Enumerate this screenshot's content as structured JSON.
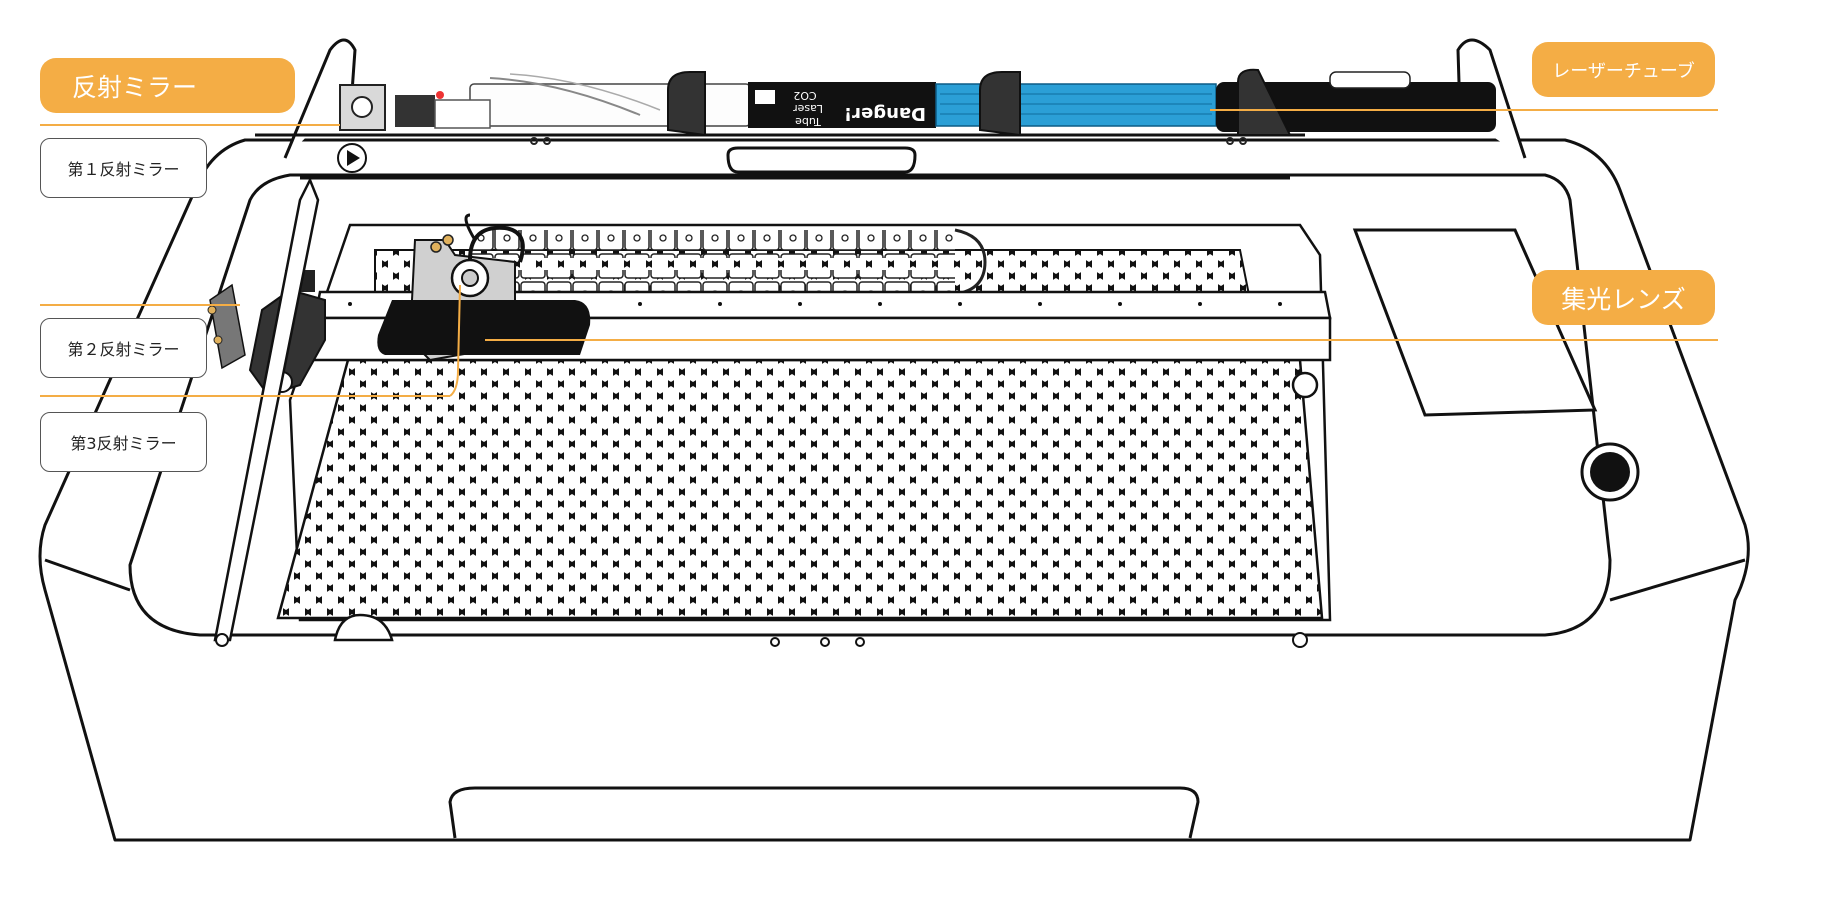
{
  "labels": {
    "reflect_mirror": "反射ミラー",
    "mirror_1": "第１反射ミラー",
    "mirror_2": "第２反射ミラー",
    "mirror_3": "第3反射ミラー",
    "laser_tube": "レーザーチューブ",
    "focus_lens": "集光レンズ"
  },
  "tube_print": {
    "danger": "Danger!",
    "co2": "CO2",
    "laser": "Laser",
    "tube": "Tube"
  },
  "colors": {
    "accent_orange": "#f4ad45",
    "tube_blue": "#2b9fd6",
    "outline": "#111111"
  }
}
